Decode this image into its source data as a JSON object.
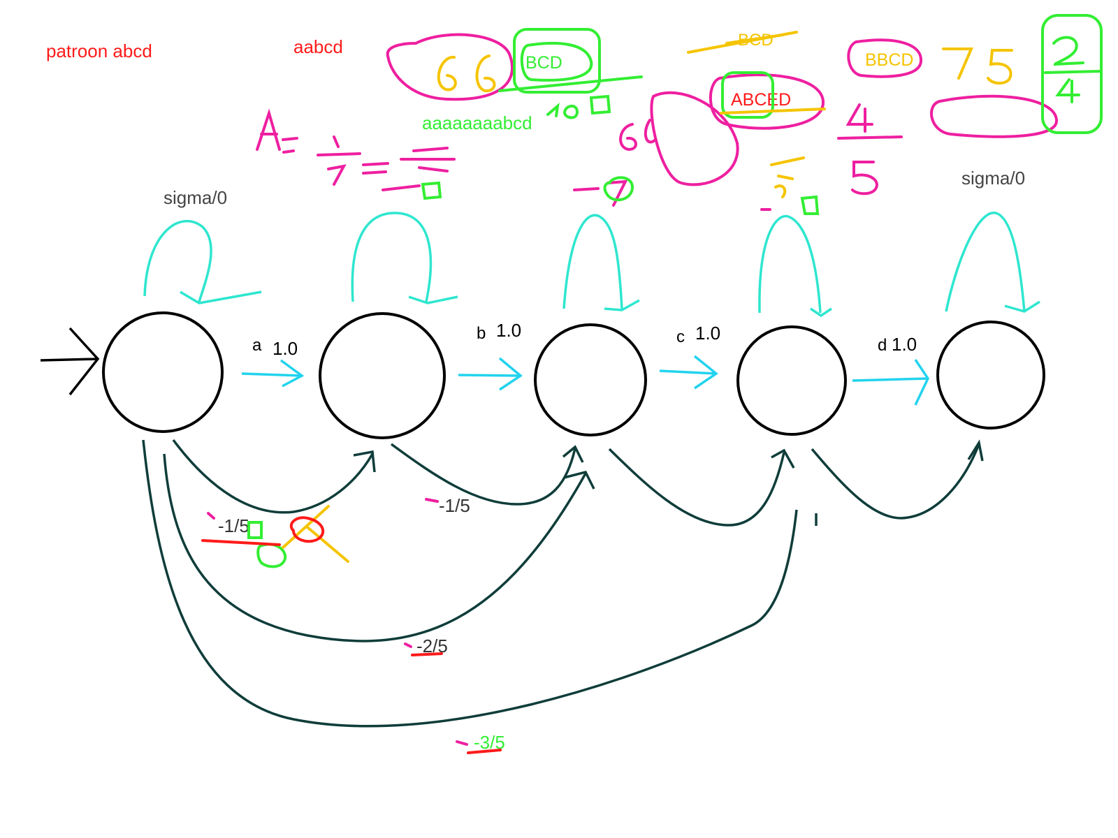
{
  "texts": {
    "pattern": "patroon abcd",
    "example1": "aabcd",
    "example2": "aaaaaaaabcd",
    "bcd": "BCD",
    "bcd_struck": "BCD",
    "bbcd": "BBCD",
    "abced": "ABCED",
    "self_loop_first": "sigma/0",
    "self_loop_last": "sigma/0"
  },
  "transitions": {
    "a": {
      "symbol": "a",
      "weight": "1.0"
    },
    "b": {
      "symbol": "b",
      "weight": "1.0"
    },
    "c": {
      "symbol": "c",
      "weight": "1.0"
    },
    "d": {
      "symbol": "d",
      "weight": "1.0"
    }
  },
  "skip_weights": {
    "skip1_a": "-1/5",
    "skip1_b": "-1/5",
    "skip2": "-2/5",
    "skip3": "-3/5"
  },
  "colors": {
    "state": "#000000",
    "forward": "#22d3ee",
    "loop": "#2ee6cf",
    "skip": "#0f3d3a",
    "red": "#ff1a1a",
    "green": "#33ee33",
    "yellow": "#f5c400",
    "magenta": "#ee1fa0",
    "gray": "#444444"
  }
}
